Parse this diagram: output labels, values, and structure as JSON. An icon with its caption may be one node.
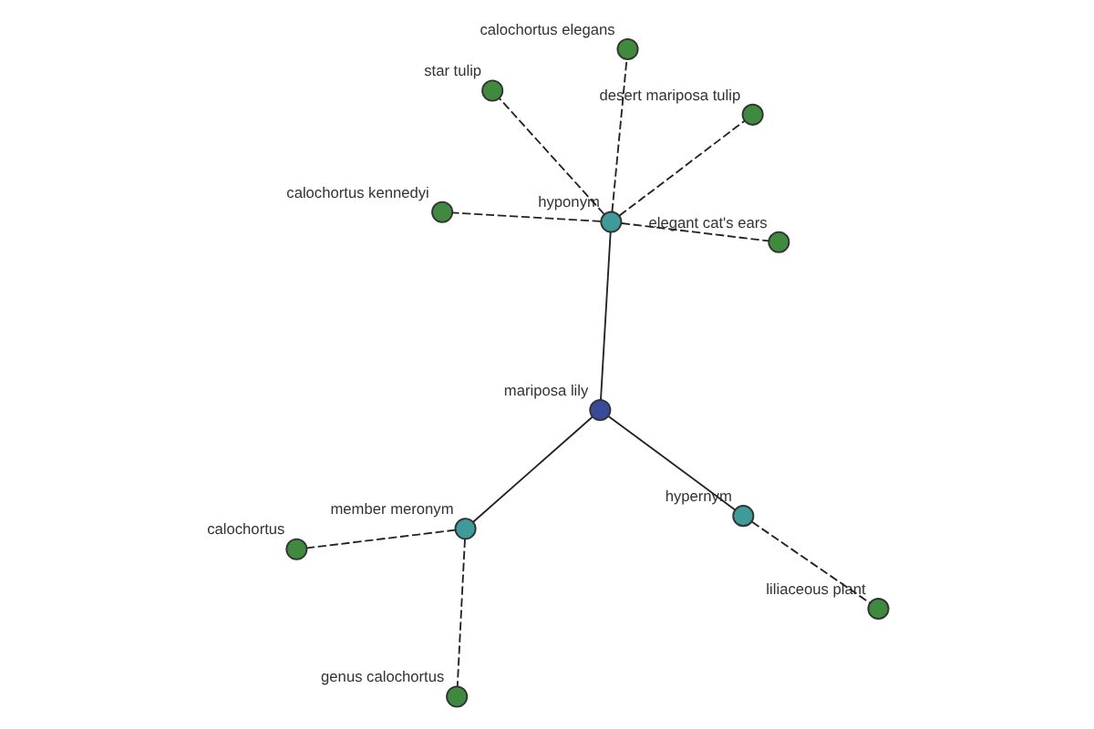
{
  "diagram": {
    "nodes": [
      {
        "text": [
          "mariposa lily"
        ]
      },
      {
        "text": [
          "member meronym"
        ]
      },
      {
        "text": [
          "hypernym"
        ]
      },
      {
        "text": [
          "hyponym"
        ]
      },
      {
        "text": [
          "calochortus"
        ]
      },
      {
        "text": [
          "genus calochortus"
        ]
      },
      {
        "text": [
          "liliaceous plant"
        ]
      },
      {
        "text": [
          "star tulip"
        ]
      },
      {
        "text": [
          "calochortus kennedyi"
        ]
      },
      {
        "text": [
          "elegant cat's ears"
        ]
      },
      {
        "text": [
          "desert mariposa tulip"
        ]
      },
      {
        "text": [
          "calochortus elegans"
        ]
      }
    ],
    "edges": [
      {
        "from": 0,
        "to": 1,
        "arrow": "none"
      },
      {
        "from": 0,
        "to": 2,
        "arrow": "none"
      },
      {
        "from": 0,
        "to": 3,
        "arrow": "none"
      },
      {
        "from": 1,
        "to": 4,
        "arrow": "none",
        "style": "dashed"
      },
      {
        "from": 1,
        "to": 5,
        "arrow": "none",
        "style": "dashed"
      },
      {
        "from": 2,
        "to": 6,
        "arrow": "none",
        "style": "dashed"
      },
      {
        "from": 3,
        "to": 7,
        "arrow": "none",
        "style": "dashed"
      },
      {
        "from": 3,
        "to": 8,
        "arrow": "none",
        "style": "dashed"
      },
      {
        "from": 3,
        "to": 9,
        "arrow": "none",
        "style": "dashed"
      },
      {
        "from": 3,
        "to": 10,
        "arrow": "none",
        "style": "dashed"
      },
      {
        "from": 3,
        "to": 11,
        "arrow": "none",
        "style": "dashed"
      }
    ]
  }
}
